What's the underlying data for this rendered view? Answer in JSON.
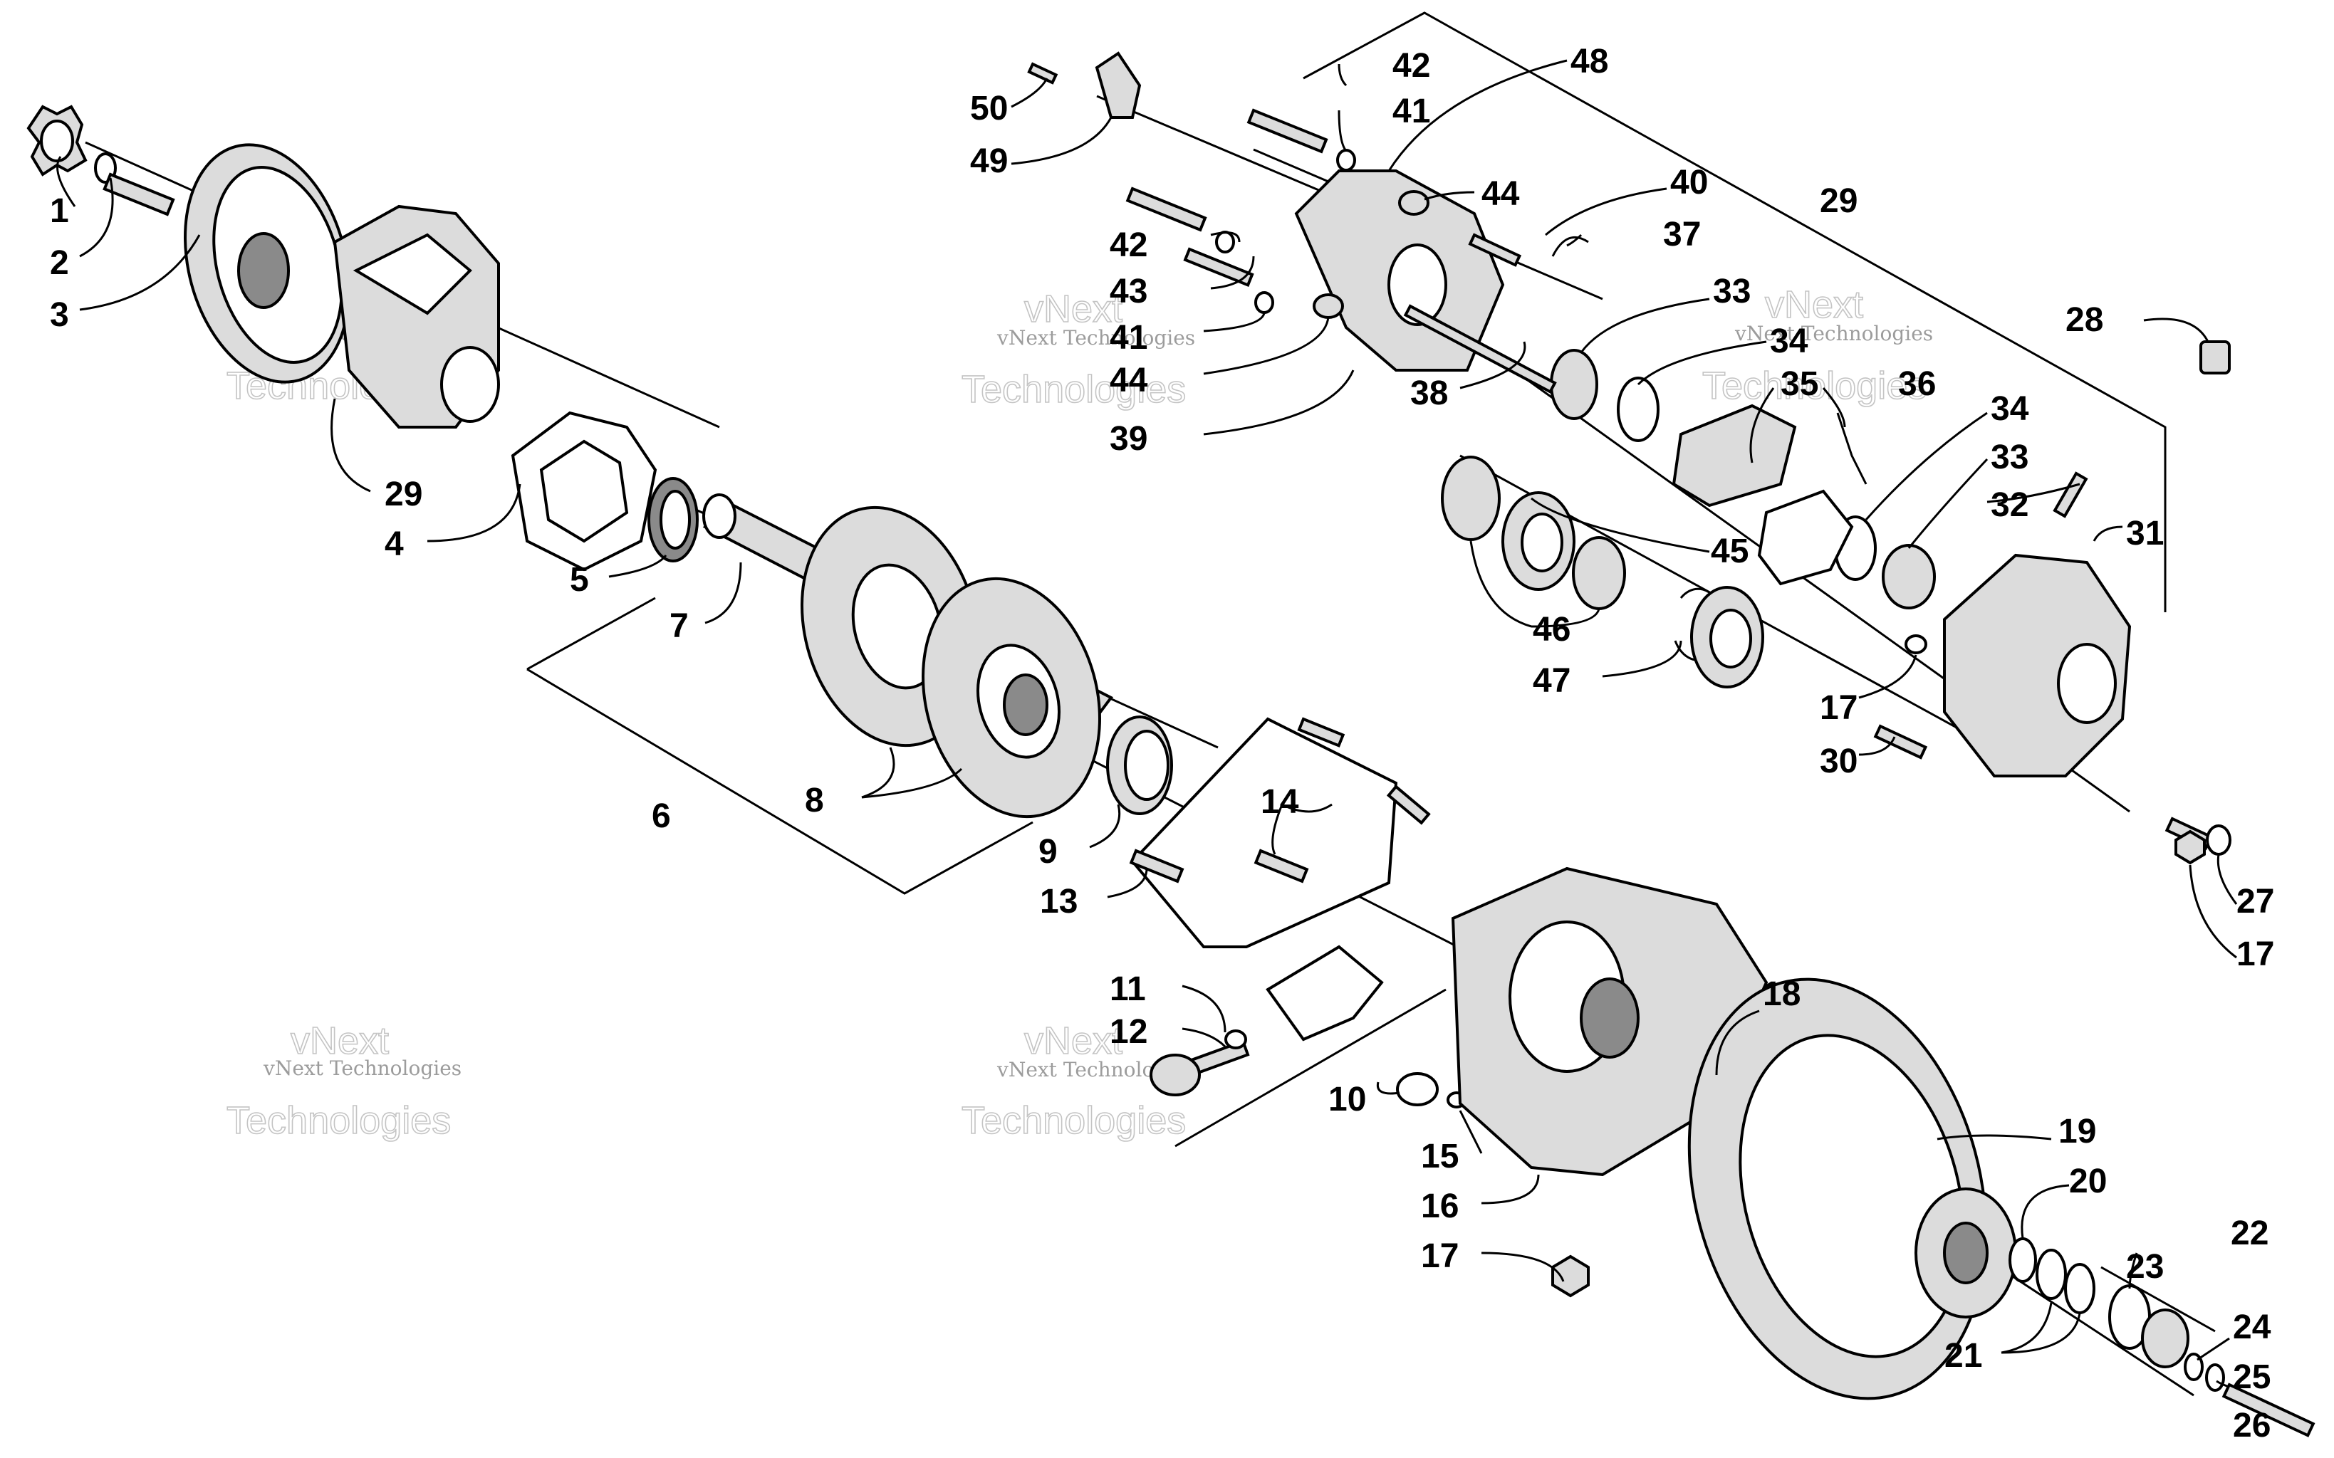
{
  "watermark": {
    "line1": "vNext",
    "line2": "Technologies",
    "line_full": "vNext Technologies"
  },
  "callouts": [
    "1",
    "2",
    "3",
    "29",
    "4",
    "5",
    "7",
    "6",
    "8",
    "9",
    "13",
    "14",
    "11",
    "12",
    "10",
    "15",
    "16",
    "17",
    "18",
    "19",
    "20",
    "22",
    "23",
    "21",
    "24",
    "25",
    "26",
    "27",
    "17",
    "30",
    "17",
    "28",
    "31",
    "32",
    "33",
    "34",
    "36",
    "35",
    "34",
    "33",
    "29",
    "40",
    "37",
    "44",
    "42",
    "43",
    "41",
    "44",
    "38",
    "39",
    "42",
    "41",
    "48",
    "50",
    "49",
    "45",
    "46",
    "47"
  ]
}
